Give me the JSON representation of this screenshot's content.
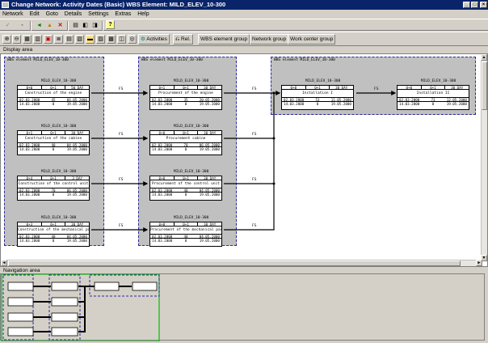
{
  "window": {
    "title": "Change Network:  Activity Dates (Basic) WBS Element: MILD_ELEV_10-300"
  },
  "menu": [
    {
      "key": "network",
      "label": "Network"
    },
    {
      "key": "edit",
      "label": "Edit"
    },
    {
      "key": "goto",
      "label": "Goto"
    },
    {
      "key": "details",
      "label": "Details"
    },
    {
      "key": "settings",
      "label": "Settings"
    },
    {
      "key": "extras",
      "label": "Extras"
    },
    {
      "key": "help",
      "label": "Help"
    }
  ],
  "toolbar2": {
    "activities": "Activities",
    "rel": "Rel.",
    "wbs_group": "WBS element group",
    "network_group": "Network group",
    "work_center_group": "Work center group"
  },
  "display_area_label": "Display area",
  "navigation_area_label": "Navigation area",
  "groups": [
    {
      "label": "WBS element MILD_ELEV_10-300"
    },
    {
      "label": "WBS element MILD_ELEV_10-300"
    },
    {
      "label": "WBS element MILD_ELEV_10-300"
    }
  ],
  "nodes": [
    {
      "wbs": "MILD_ELEV_10-300",
      "h1": "0+0",
      "h2": "0+1",
      "h3": "50 DAY",
      "desc": "Construction of the engine",
      "r1": [
        "02.03.2000",
        "45",
        "04.05.2000"
      ],
      "r2": [
        "14.03.2000",
        "0",
        "19.05.2000"
      ]
    },
    {
      "wbs": "MILD_ELEV_10-300",
      "h1": "0+1",
      "h2": "0+1",
      "h3": "30 DAY",
      "desc": "Construction of the cabine",
      "r1": [
        "02.03.2000",
        "40",
        "04.05.2000"
      ],
      "r2": [
        "14.03.2000",
        "0",
        "19.05.2000"
      ]
    },
    {
      "wbs": "MILD_ELEV_10-300",
      "h1": "0+4",
      "h2": "0+1",
      "h3": "3 DAY",
      "desc": "Construction of the control unit",
      "r1": [
        "02.03.2000",
        "70",
        "06.05.2000"
      ],
      "r2": [
        "14.03.2000",
        "0",
        "19.05.2000"
      ]
    },
    {
      "wbs": "MILD_ELEV_10-300",
      "h1": "0+3",
      "h2": "0+1",
      "h3": "30 DAY",
      "desc": "Construction of the mechanical parts",
      "r1": [
        "02.03.2000",
        "40",
        "04.05.2000"
      ],
      "r2": [
        "14.03.2000",
        "0",
        "19.05.2000"
      ]
    },
    {
      "wbs": "MILD_ELEV_10-300",
      "h1": "0+1",
      "h2": "0+1",
      "h3": "30 DAY",
      "desc": "Procurement of the engine",
      "r1": [
        "02.03.2000",
        "35",
        "20.05.2000"
      ],
      "r2": [
        "14.03.2000",
        "0",
        "19.05.2000"
      ]
    },
    {
      "wbs": "MILD_ELEV_10-300",
      "h1": "0+0",
      "h2": "0+1",
      "h3": "30 DAY",
      "desc": "Procurement cabine",
      "r1": [
        "02.03.2000",
        "70",
        "06.05.2000"
      ],
      "r2": [
        "14.03.2000",
        "0",
        "19.05.2000"
      ]
    },
    {
      "wbs": "MILD_ELEV_10-300",
      "h1": "0+0",
      "h2": "0+1",
      "h3": "30 DAY",
      "desc": "Procurement of the control unit",
      "r1": [
        "02.03.2000",
        "40",
        "04.05.2000"
      ],
      "r2": [
        "14.03.2000",
        "0",
        "19.05.2000"
      ]
    },
    {
      "wbs": "MILD_ELEV_10-300",
      "h1": "0+0",
      "h2": "0+1",
      "h3": "30 DAY",
      "desc": "Procurement of the mechanical parts",
      "r1": [
        "02.03.2000",
        "40",
        "04.05.2000"
      ],
      "r2": [
        "14.03.2000",
        "0",
        "19.05.2000"
      ]
    },
    {
      "wbs": "MILD_ELEV_10-300",
      "h1": "0+0",
      "h2": "0+1",
      "h3": "30 DAY",
      "desc": "Installation I",
      "r1": [
        "02.03.2000",
        "53",
        "11.05.2000"
      ],
      "r2": [
        "14.03.2000",
        "0",
        "19.05.2000"
      ]
    },
    {
      "wbs": "MILD_ELEV_10-300",
      "h1": "0+0",
      "h2": "0+1",
      "h3": "30 DAY",
      "desc": "Installation II",
      "r1": [
        "02.03.2000",
        "73",
        "12.05.2000"
      ],
      "r2": [
        "14.03.2000",
        "0",
        "19.05.2000"
      ]
    }
  ],
  "relation_label": "FS",
  "icons": {
    "check": "check-icon",
    "save": "save-icon",
    "back": "back-icon",
    "exit": "exit-icon",
    "cancel": "cancel-icon",
    "print": "print-icon",
    "find": "find-icon",
    "find_next": "find-next-icon",
    "help": "help-icon"
  }
}
